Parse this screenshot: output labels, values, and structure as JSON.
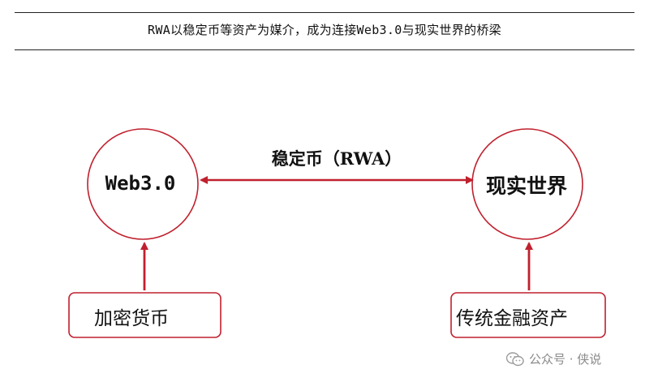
{
  "header": {
    "title": "RWA以稳定币等资产为媒介，成为连接Web3.0与现实世界的桥梁"
  },
  "diagram": {
    "nodes": {
      "web3": "Web3.0",
      "real_world": "现实世界"
    },
    "edge_label": "稳定币（RWA）",
    "sources": {
      "crypto": "加密货币",
      "traditional": "传统金融资产"
    },
    "accent_color": "#c0202e"
  },
  "watermark": {
    "text": "公众号 · 侠说",
    "icon": "wechat-icon"
  }
}
